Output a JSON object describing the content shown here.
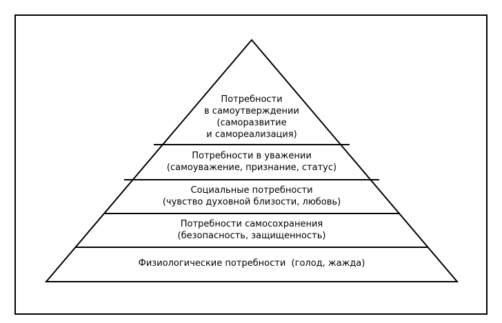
{
  "pyramid": {
    "levels": [
      {
        "id": "self-actualization",
        "lines": [
          "Потребности",
          "в самоутверждении",
          "(саморазвитие",
          "и самореализация)"
        ]
      },
      {
        "id": "esteem",
        "lines": [
          "Потребности в уважении",
          "(самоуважение, признание, статус)"
        ]
      },
      {
        "id": "social",
        "lines": [
          "Социальные потребности",
          "(чувство духовной близости, любовь)"
        ]
      },
      {
        "id": "safety",
        "lines": [
          "Потребности самосохранения",
          "(безопасность, защищенность)"
        ]
      },
      {
        "id": "physiological",
        "lines": [
          "Физиологические потребности  (голод, жажда)"
        ]
      }
    ]
  }
}
